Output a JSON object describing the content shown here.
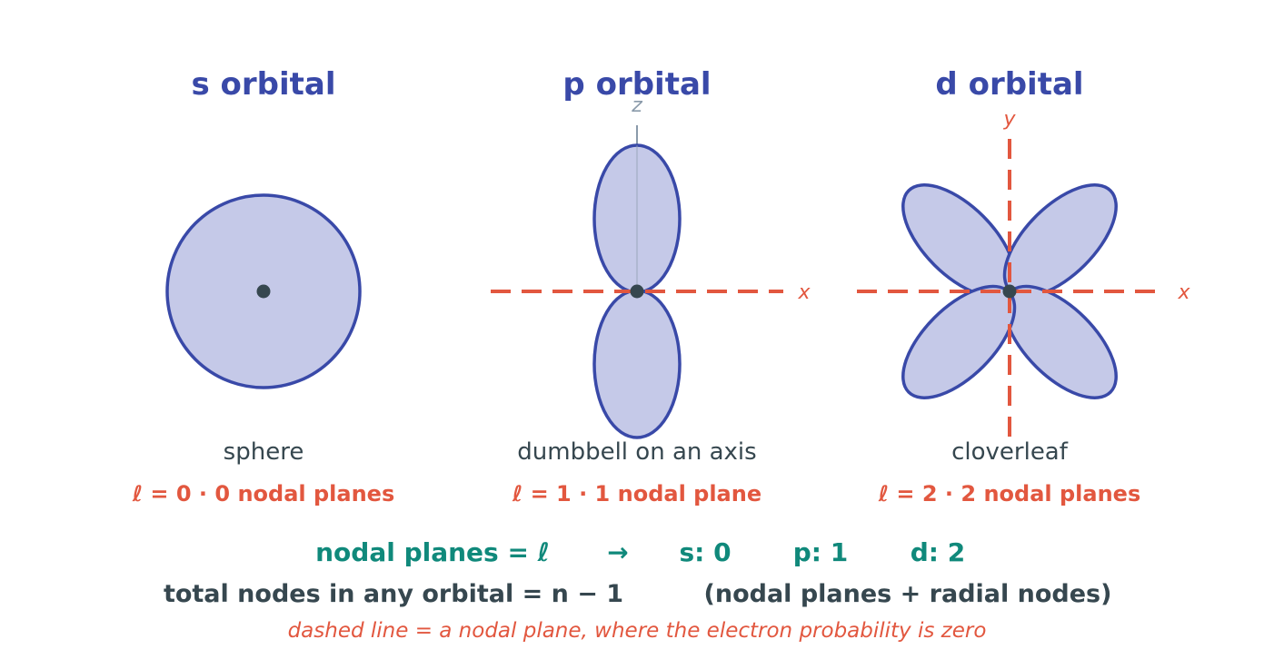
{
  "colors": {
    "title": "#3949a8",
    "lobe_fill": "#c5c9e8",
    "lobe_stroke": "#3949a8",
    "nodal_plane": "#e2573f",
    "nucleus": "#36474f",
    "formula": "#10897b",
    "axis_z": "#8a9aaa"
  },
  "orbitals": [
    {
      "title": "s orbital",
      "shape": "sphere",
      "rule": "ℓ = 0  ·  0 nodal planes",
      "axes": []
    },
    {
      "title": "p orbital",
      "shape": "dumbbell on an axis",
      "rule": "ℓ = 1  ·  1 nodal plane",
      "axes": [
        "z",
        "x"
      ]
    },
    {
      "title": "d orbital",
      "shape": "cloverleaf",
      "rule": "ℓ = 2  ·  2 nodal planes",
      "axes": [
        "y",
        "x"
      ]
    }
  ],
  "formula": {
    "lhs": "nodal planes = ℓ",
    "arrow": "→",
    "s": "s: 0",
    "p": "p: 1",
    "d": "d: 2"
  },
  "total": {
    "main": "total nodes in any orbital = n − 1",
    "paren": "(nodal planes + radial nodes)"
  },
  "note": "dashed line = a nodal plane, where the electron probability is zero"
}
